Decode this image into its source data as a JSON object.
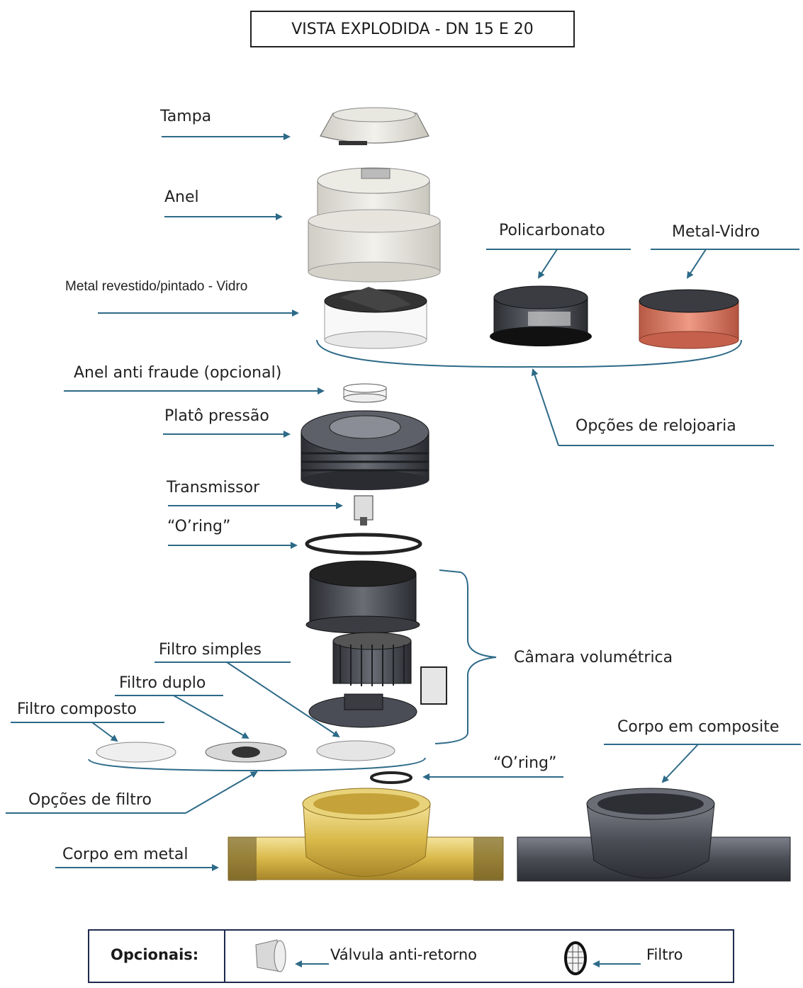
{
  "title": "VISTA EXPLODIDA - DN 15 E 20",
  "labels": {
    "tampa": "Tampa",
    "anel": "Anel",
    "metal_revestido": "Metal revestido/pintado - Vidro",
    "policarbonato": "Policarbonato",
    "metal_vidro": "Metal-Vidro",
    "anel_anti_fraude": "Anel anti fraude (opcional)",
    "opcoes_relojoaria": "Opções de relojoaria",
    "plato_pressao": "Platô pressão",
    "transmissor": "Transmissor",
    "oring_top": "“O’ring”",
    "camara_volumetrica": "Câmara volumétrica",
    "filtro_simples": "Filtro simples",
    "filtro_duplo": "Filtro duplo",
    "filtro_composto": "Filtro composto",
    "corpo_composite": "Corpo em composite",
    "oring_bottom": "“O’ring”",
    "opcoes_filtro": "Opções de filtro",
    "corpo_metal": "Corpo em metal"
  },
  "legend": {
    "title": "Opcionais:",
    "valve": "Válvula anti-retorno",
    "filter": "Filtro"
  },
  "colors": {
    "arrow": "#2d6a88",
    "brass": "#d9b94a",
    "composite": "#4a4d55",
    "copper": "#d9705a",
    "light_part": "#e6e4dc",
    "dark_part": "#3b3d44"
  }
}
